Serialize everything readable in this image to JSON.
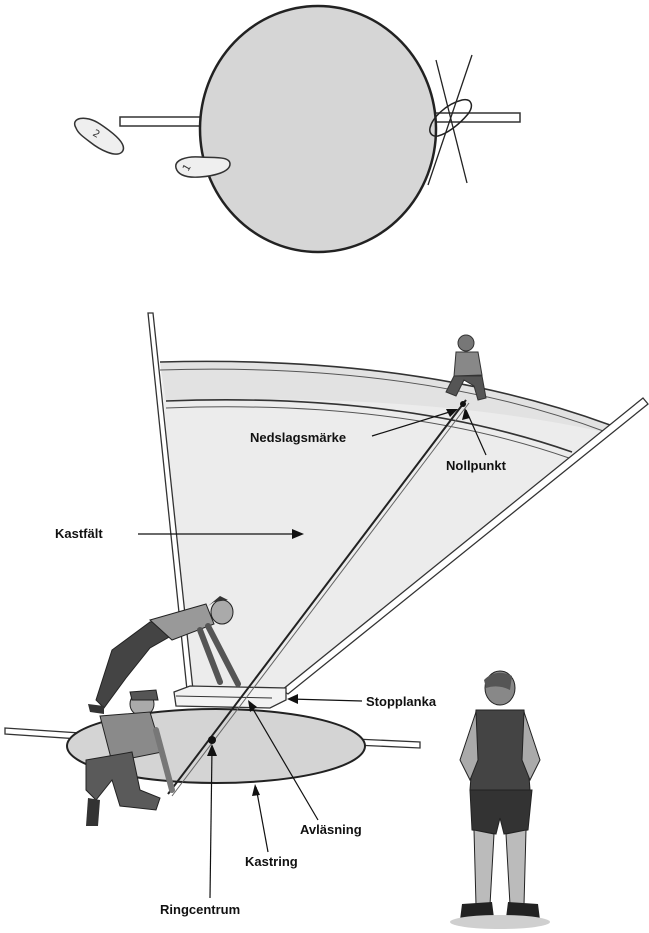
{
  "labels": {
    "impact_mark": "Nedslagsmärke",
    "zero_point": "Nollpunkt",
    "throwing_sector": "Kastfält",
    "stop_board": "Stopplanka",
    "reading": "Avläsning",
    "throwing_circle": "Kastring",
    "circle_center": "Ringcentrum"
  },
  "footprints": {
    "left": "2",
    "right": "1"
  }
}
